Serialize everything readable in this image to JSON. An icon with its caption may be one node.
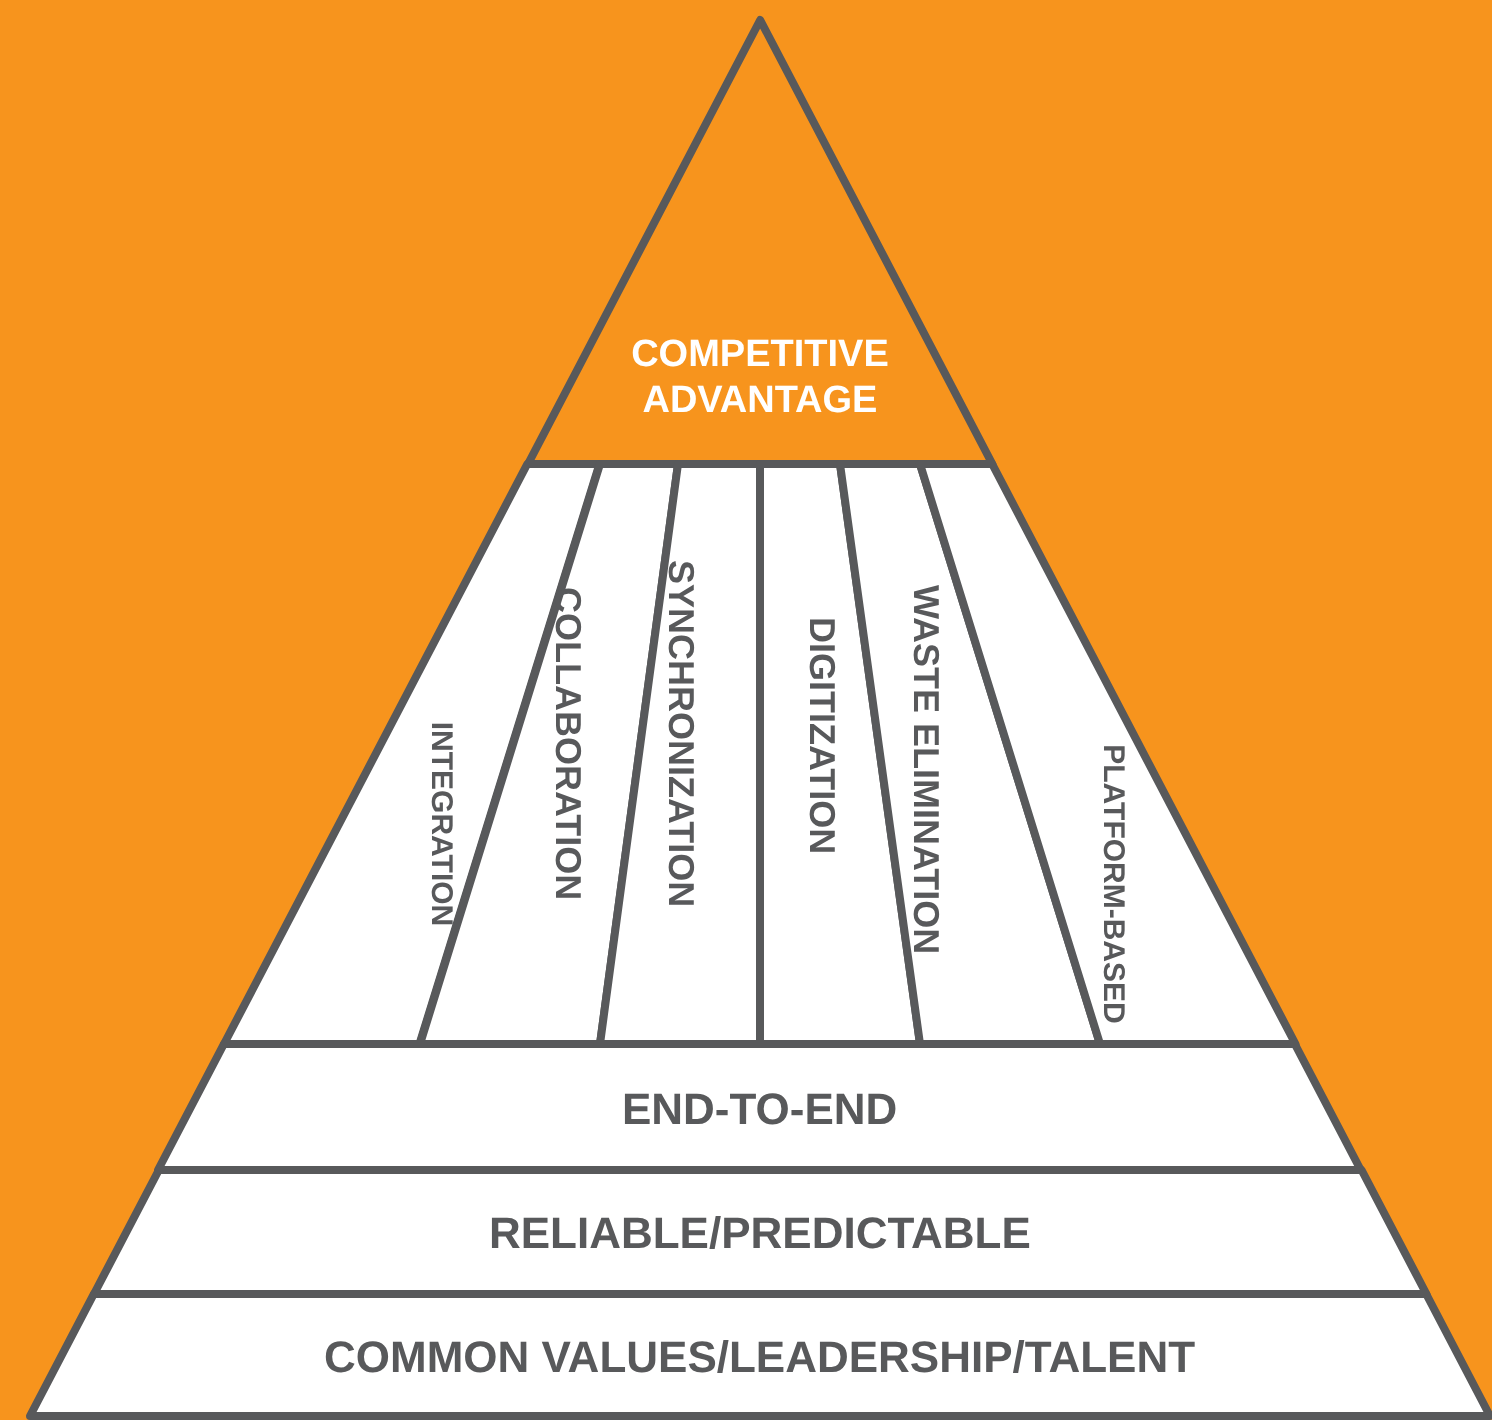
{
  "diagram": {
    "nodes": [
      {
        "text": [
          "COMPETITIVE ADVANTAGE"
        ]
      },
      {
        "text": [
          "INTEGRATION"
        ]
      },
      {
        "text": [
          "COLLABORATION"
        ]
      },
      {
        "text": [
          "SYNCHRONIZATION"
        ]
      },
      {
        "text": [
          "DIGITIZATION"
        ]
      },
      {
        "text": [
          "WASTE ELIMINATION"
        ]
      },
      {
        "text": [
          "PLATFORM-BASED"
        ]
      },
      {
        "text": [
          "END-TO-END"
        ]
      },
      {
        "text": [
          "RELIABLE/PREDICTABLE"
        ]
      },
      {
        "text": [
          "COMMON VALUES/LEADERSHIP/TALENT"
        ]
      }
    ]
  }
}
